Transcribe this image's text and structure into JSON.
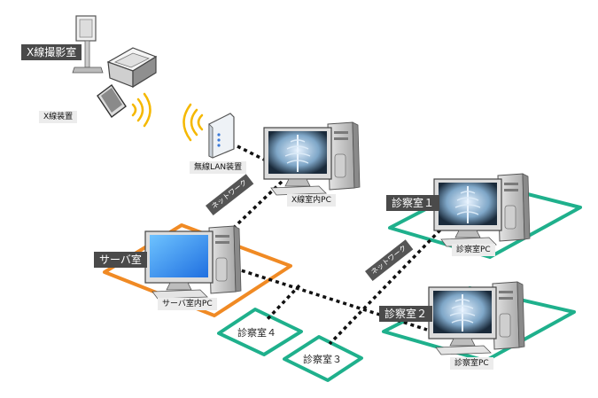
{
  "labels": {
    "xray_room": "X線撮影室",
    "xray_device": "X線装置",
    "wireless_lan": "無線LAN装置",
    "xray_room_pc": "X線室内PC",
    "server_room": "サーバ室",
    "server_room_pc": "サーバ室内PC",
    "exam_room_1": "診察室１",
    "exam_room_1_pc": "診察室PC",
    "exam_room_2": "診察室２",
    "exam_room_2_pc": "診察室PC",
    "exam_room_3": "診察室３",
    "exam_room_4": "診察室４",
    "network_a": "ネットワーク",
    "network_b": "ネットワーク"
  },
  "colors": {
    "server_room_outline": "#f08a24",
    "exam_room_outline": "#1fb08c",
    "tag_background": "#4a4a4a",
    "wireless_wave": "#f5b800",
    "monitor_screen": "#2f8ff0"
  },
  "icons": {
    "xray_stand": "xray-stand-icon",
    "xray_unit": "xray-unit-icon",
    "detector_panel": "detector-panel-icon",
    "wireless_router": "wireless-router-icon",
    "xray_pc": "xray-pc-icon",
    "server_pc": "server-pc-icon"
  }
}
